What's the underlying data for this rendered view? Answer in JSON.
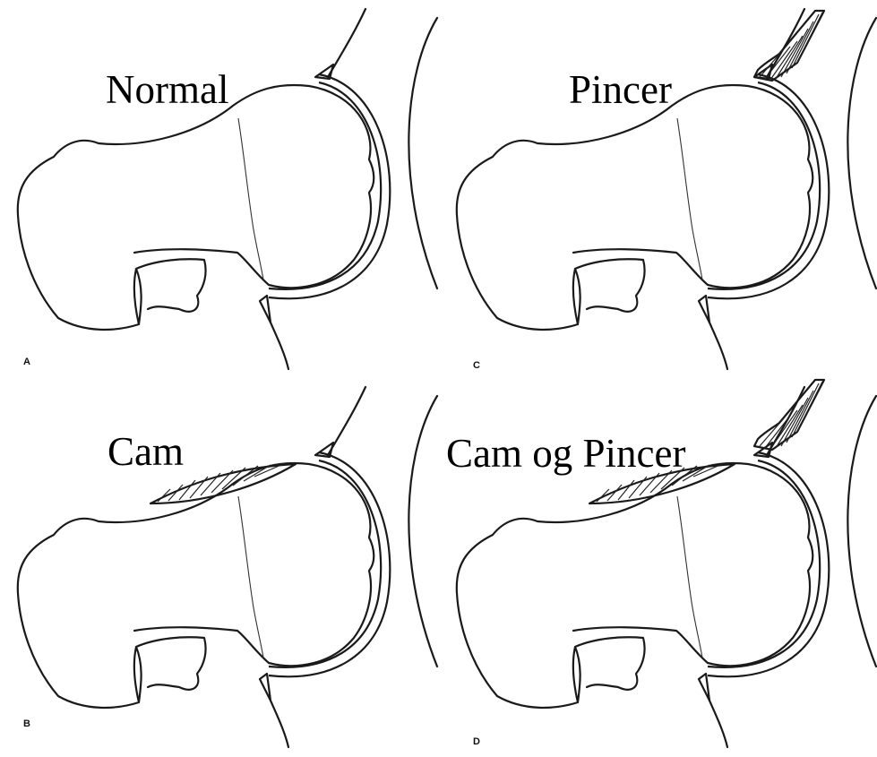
{
  "figure": {
    "panels": [
      {
        "id": "A",
        "letter": "A",
        "title": "Normal",
        "pincer": false,
        "cam": false
      },
      {
        "id": "C",
        "letter": "C",
        "title": "Pincer",
        "pincer": true,
        "cam": false
      },
      {
        "id": "B",
        "letter": "B",
        "title": "Cam",
        "pincer": false,
        "cam": true
      },
      {
        "id": "D",
        "letter": "D",
        "title": "Cam og Pincer",
        "pincer": true,
        "cam": true
      }
    ]
  }
}
